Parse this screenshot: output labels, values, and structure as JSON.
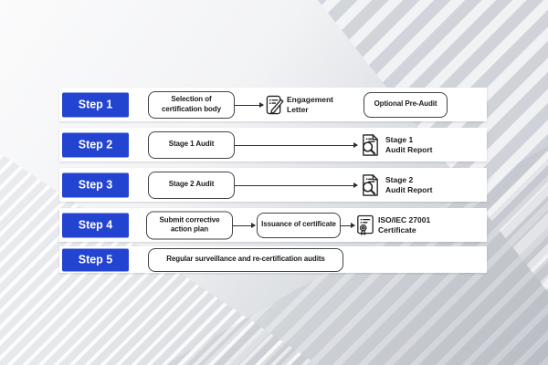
{
  "colors": {
    "step_blue": "#2343d1",
    "box_border": "#424242",
    "text_dark": "#1a1a1a",
    "arrow_color": "#2e2e2e"
  },
  "icons": {
    "engagement_letter": "engagement-letter-icon",
    "audit_report": "audit-report-icon",
    "certificate": "certificate-icon"
  },
  "rows": [
    {
      "step": "Step 1",
      "box1": "Selection of\ncertification body",
      "icon_label": "Engagement\nLetter",
      "box2": "Optional Pre-Audit"
    },
    {
      "step": "Step 2",
      "box1": "Stage 1 Audit",
      "icon_label": "Stage 1\nAudit Report"
    },
    {
      "step": "Step 3",
      "box1": "Stage 2 Audit",
      "icon_label": "Stage 2\nAudit Report"
    },
    {
      "step": "Step 4",
      "box1": "Submit corrective\naction plan",
      "box2": "Issuance of certificate",
      "icon_label": "ISO/IEC 27001\nCertificate"
    },
    {
      "step": "Step 5",
      "box1": "Regular surveillance and re-certification audits"
    }
  ]
}
